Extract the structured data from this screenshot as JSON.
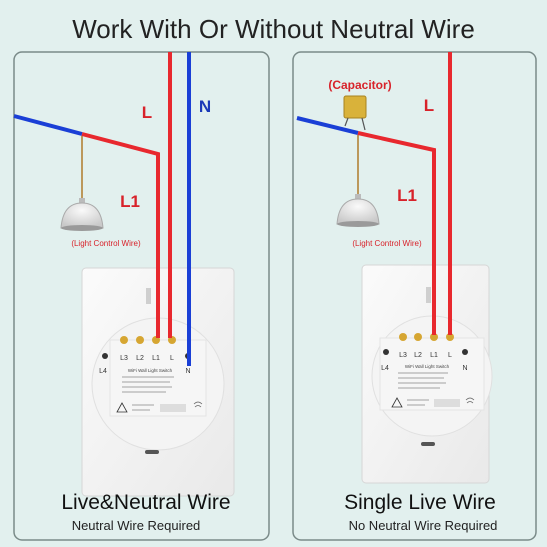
{
  "title": "Work With Or Without Neutral Wire",
  "left": {
    "label_L": "L",
    "label_N": "N",
    "label_L1": "L1",
    "light_caption": "(Light Control Wire)",
    "terminals": [
      "L3",
      "L2",
      "L1",
      "L"
    ],
    "terminal_L4": "L4",
    "terminal_N": "N",
    "switch_name": "WiFi Wall Light Switch",
    "caption_title": "Live&Neutral Wire",
    "caption_sub": "Neutral Wire Required"
  },
  "right": {
    "capacitor_label": "(Capacitor)",
    "label_L": "L",
    "label_L1": "L1",
    "light_caption": "(Light Control Wire)",
    "terminals": [
      "L3",
      "L2",
      "L1",
      "L"
    ],
    "terminal_L4": "L4",
    "terminal_N": "N",
    "switch_name": "WiFi Wall Light Switch",
    "caption_title": "Single Live Wire",
    "caption_sub": "No Neutral Wire Required"
  },
  "colors": {
    "live": "#e8282e",
    "neutral": "#1a3fd6",
    "label_red": "#d8222a",
    "label_blue": "#1a3ab8",
    "capacitor": "#d9b23a",
    "panel_border": "#7a8a88",
    "background": "#e2f0ee"
  }
}
